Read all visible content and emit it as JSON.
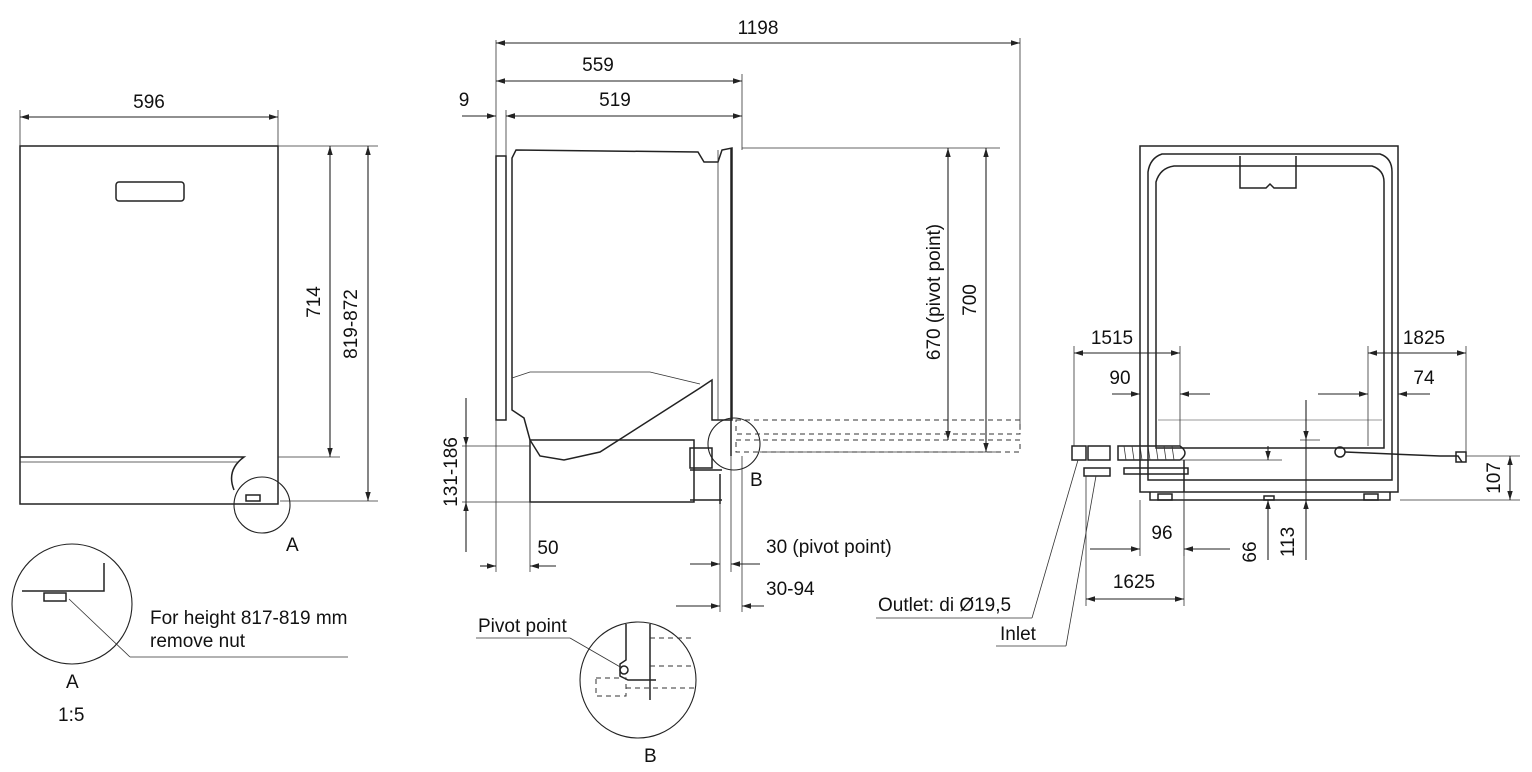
{
  "front_view": {
    "width": "596",
    "door_height": "714",
    "total_height": "819-872",
    "detail_marker": "A"
  },
  "detail_a": {
    "note_line1": "For height 817-819 mm",
    "note_line2": "remove nut",
    "label": "A",
    "scale": "1:5"
  },
  "side_view": {
    "total_depth": "1198",
    "depth_559": "559",
    "depth_519": "519",
    "gap_9": "9",
    "height_pivot_text": "670  (pivot point)",
    "height_700": "700",
    "plinth_height": "131-186",
    "plinth_offset": "50",
    "pivot_offset": "30  (pivot point)",
    "door_offset": "30-94",
    "detail_marker": "B"
  },
  "detail_b": {
    "title": "Pivot point",
    "label": "B"
  },
  "rear_view": {
    "dim_1515": "1515",
    "dim_1825": "1825",
    "dim_90": "90",
    "dim_74": "74",
    "dim_107": "107",
    "dim_96": "96",
    "dim_66": "66",
    "dim_113": "113",
    "dim_1625": "1625",
    "outlet_label": "Outlet: di Ø19,5",
    "inlet_label": "Inlet"
  }
}
